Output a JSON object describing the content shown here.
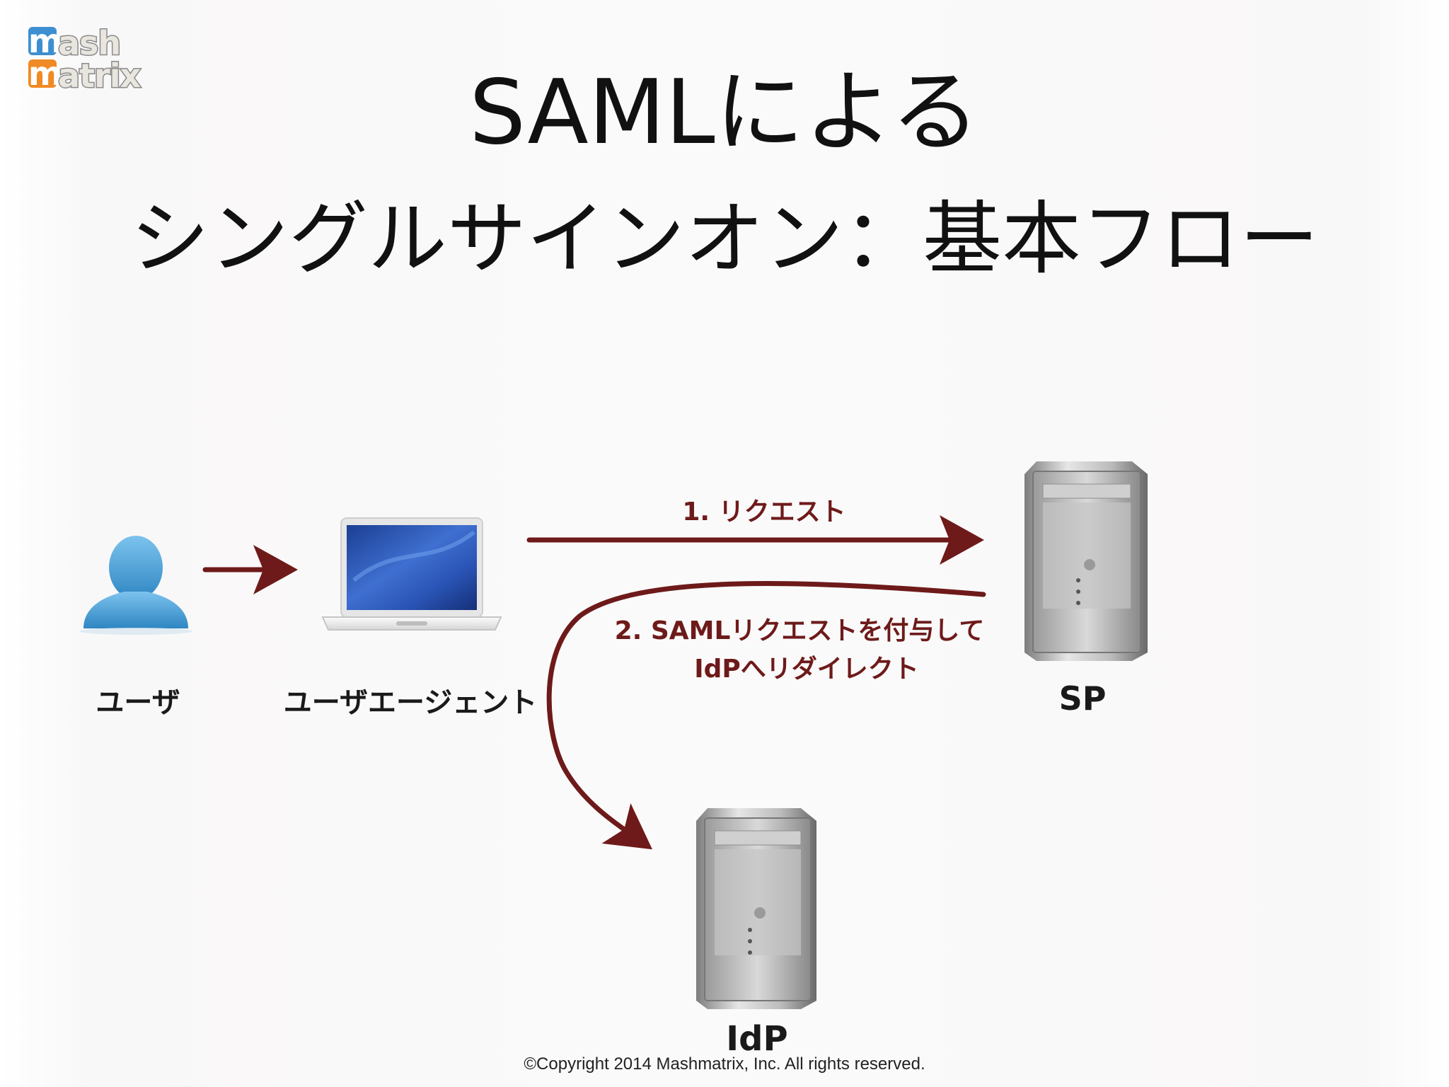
{
  "logo": {
    "line1_cap": "m",
    "line1_rest": "ash",
    "line2_cap": "m",
    "line2_rest": "atrix"
  },
  "title": {
    "line1": "SAMLによる",
    "line2": "シングルサインオン：基本フロー"
  },
  "nodes": {
    "user": "ユーザ",
    "user_agent": "ユーザエージェント",
    "sp": "SP",
    "idp": "IdP"
  },
  "edges": {
    "step1": "1. リクエスト",
    "step2_line1": "2. SAMLリクエストを付与して",
    "step2_line2": "IdPへリダイレクト"
  },
  "footer": {
    "copyright": "©Copyright 2014 Mashmatrix, Inc. All rights reserved."
  },
  "colors": {
    "arrow": "#6e1a1a",
    "user_icon": "#4fa3d6",
    "logo_blue": "#3d8fd1",
    "logo_orange": "#f08a24"
  },
  "icons": {
    "user": "person-silhouette-icon",
    "user_agent": "laptop-icon",
    "sp": "server-tower-icon",
    "idp": "server-tower-icon"
  }
}
